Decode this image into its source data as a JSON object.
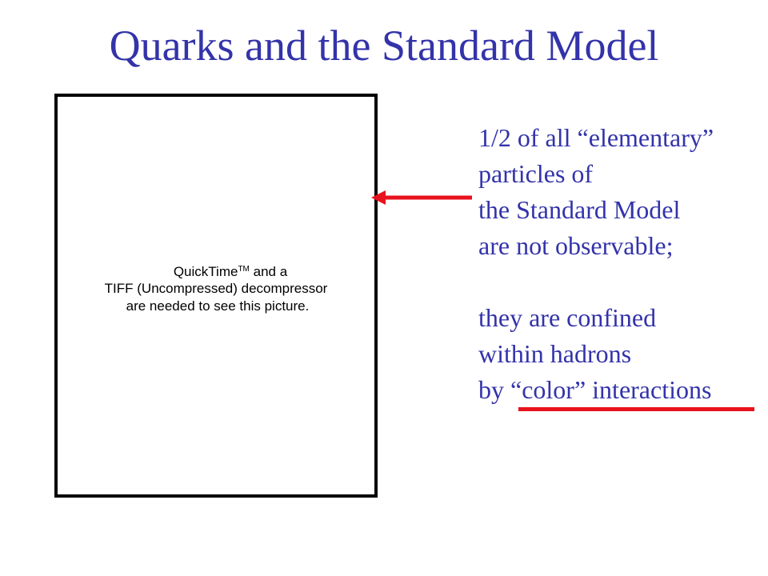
{
  "slide": {
    "title": "Quarks and the Standard Model",
    "picture_placeholder": {
      "line1_a": "QuickTime",
      "line1_tm": "TM",
      "line1_b": " and a",
      "line2": "TIFF (Uncompressed) decompressor",
      "line3": "are needed to see this picture."
    },
    "text_lines": [
      "1/2 of all “elementary”",
      "particles of",
      "the Standard Model",
      "are not observable;",
      "",
      "they are confined",
      "within hadrons",
      "by “color” interactions"
    ],
    "colors": {
      "title": "#3333aa",
      "text": "#3333aa",
      "accent_red": "#e8121c"
    }
  }
}
